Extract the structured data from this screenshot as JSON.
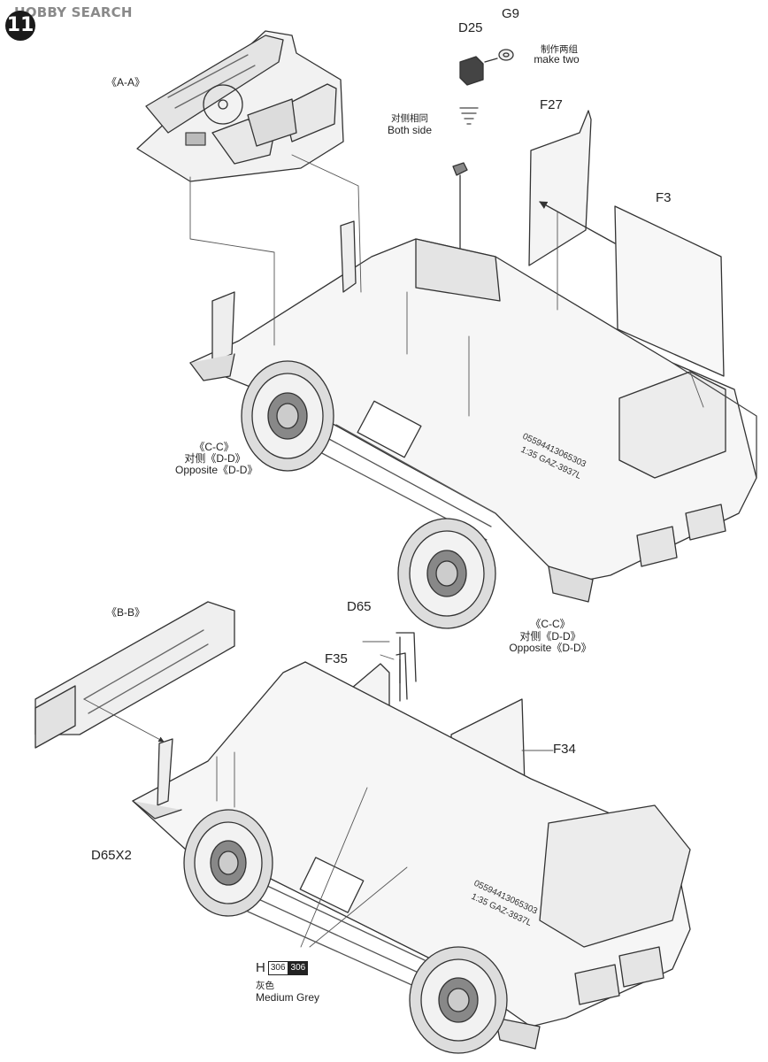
{
  "watermark": "HOBBY SEARCH",
  "step_number": "11",
  "callouts": {
    "aa": "《A-A》",
    "d25": "D25",
    "g9": "G9",
    "make_two_cn": "制作两组",
    "make_two_en": "make two",
    "both_side_cn": "对侧相同",
    "both_side_en": "Both side",
    "f27": "F27",
    "f3": "F3",
    "cc_left": "《C-C》",
    "dd_left_cn": "对侧《D-D》",
    "dd_left_en": "Opposite《D-D》",
    "cc_right": "《C-C》",
    "dd_right_cn": "对侧《D-D》",
    "dd_right_en": "Opposite《D-D》",
    "bb": "《B-B》",
    "d65": "D65",
    "f35": "F35",
    "f34": "F34",
    "d65x2": "D65X2"
  },
  "hull_marking_top": [
    "05594413065303",
    "1:35 GAZ-3937L"
  ],
  "hull_marking_bottom": [
    "05594413065303",
    "1:35 GAZ-3937L"
  ],
  "paint": {
    "letter": "H",
    "code_a": "306",
    "code_b": "306",
    "name_cn": "灰色",
    "name_en": "Medium  Grey"
  }
}
